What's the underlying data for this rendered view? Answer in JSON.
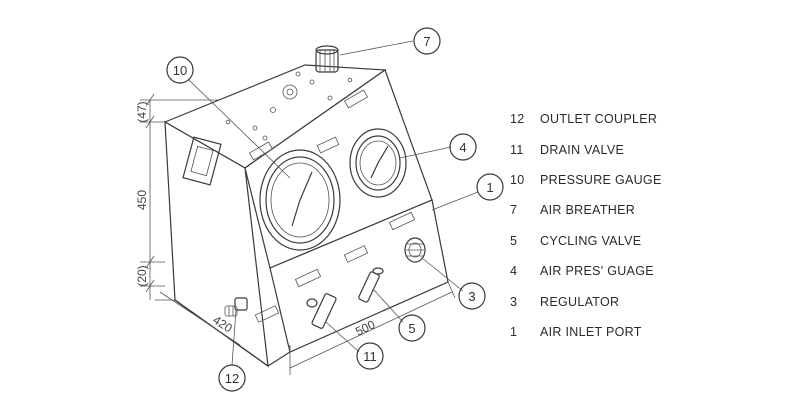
{
  "callouts": [
    "10",
    "7",
    "4",
    "1",
    "3",
    "5",
    "11",
    "12"
  ],
  "dimensions": {
    "height_top": "(47)",
    "height_main": "450",
    "height_bottom": "(20)",
    "depth": "420",
    "width": "500"
  },
  "legend": [
    {
      "num": "12",
      "label": "OUTLET COUPLER"
    },
    {
      "num": "11",
      "label": "DRAIN VALVE"
    },
    {
      "num": "10",
      "label": "PRESSURE GAUGE"
    },
    {
      "num": "7",
      "label": "AIR BREATHER"
    },
    {
      "num": "5",
      "label": "CYCLING VALVE"
    },
    {
      "num": "4",
      "label": "AIR PRES' GUAGE"
    },
    {
      "num": "3",
      "label": "REGULATOR"
    },
    {
      "num": "1",
      "label": "AIR INLET PORT"
    }
  ]
}
